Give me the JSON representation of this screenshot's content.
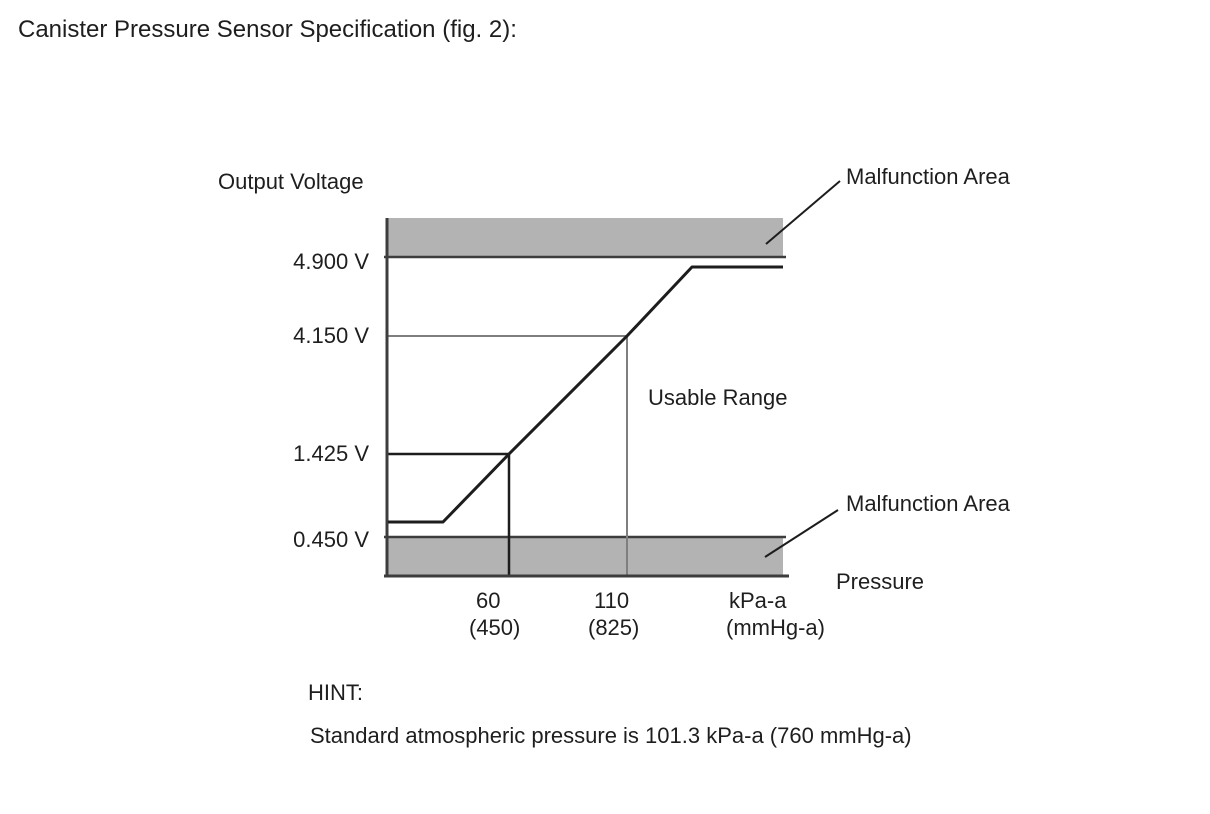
{
  "page": {
    "title": "Canister Pressure Sensor Specification (fig. 2):"
  },
  "chart": {
    "y_axis_title": "Output Voltage",
    "x_axis_title": "Pressure",
    "y_ticks": {
      "v4900": "4.900 V",
      "v4150": "4.150 V",
      "v1425": "1.425 V",
      "v0450": "0.450 V"
    },
    "x_ticks": {
      "t60_kpa": "60",
      "t60_mmhg": "(450)",
      "t110_kpa": "110",
      "t110_mmhg": "(825)",
      "unit_kpa": "kPa-a",
      "unit_mmhg": "(mmHg-a)"
    },
    "annotations": {
      "malfunction_top": "Malfunction Area",
      "malfunction_bottom": "Malfunction Area",
      "usable_range": "Usable Range"
    },
    "colors": {
      "band": "#b3b3b3",
      "curve": "#1d1d1d",
      "guide": "#7f7f7f",
      "axis": "#3d3d3d",
      "text": "#1e1e1e"
    }
  },
  "hint": {
    "label": "HINT:",
    "text": "Standard atmospheric pressure is 101.3 kPa-a (760 mmHg-a)"
  },
  "chart_data": {
    "type": "line",
    "title": "Canister Pressure Sensor Specification (fig. 2)",
    "xlabel": "Pressure",
    "x_units": [
      "kPa-a",
      "mmHg-a"
    ],
    "ylabel": "Output Voltage",
    "y_unit": "V",
    "x_ticks": [
      {
        "kPa_a": 60,
        "mmHg_a": 450
      },
      {
        "kPa_a": 110,
        "mmHg_a": 825
      }
    ],
    "y_ticks_V": [
      4.9,
      4.15,
      1.425,
      0.45
    ],
    "calibration_points": [
      {
        "pressure_kPa_a": 60,
        "pressure_mmHg_a": 450,
        "output_V": 1.425
      },
      {
        "pressure_kPa_a": 110,
        "pressure_mmHg_a": 825,
        "output_V": 4.15
      }
    ],
    "series": [
      {
        "name": "sensor-output-characteristic",
        "shape": "saturates low just above 0.450 V, rises linearly through (60 kPa-a, 1.425 V) and (110 kPa-a, 4.150 V), saturates high just below 4.900 V"
      }
    ],
    "usable_range_V": [
      0.45,
      4.9
    ],
    "malfunction_areas": [
      {
        "region": "output above 4.900 V",
        "label": "Malfunction Area"
      },
      {
        "region": "output below 0.450 V",
        "label": "Malfunction Area"
      }
    ],
    "annotations": [
      "Malfunction Area",
      "Usable Range",
      "Malfunction Area"
    ],
    "legend": "none",
    "grid": "off",
    "hint": "Standard atmospheric pressure is 101.3 kPa-a (760 mmHg-a)"
  }
}
